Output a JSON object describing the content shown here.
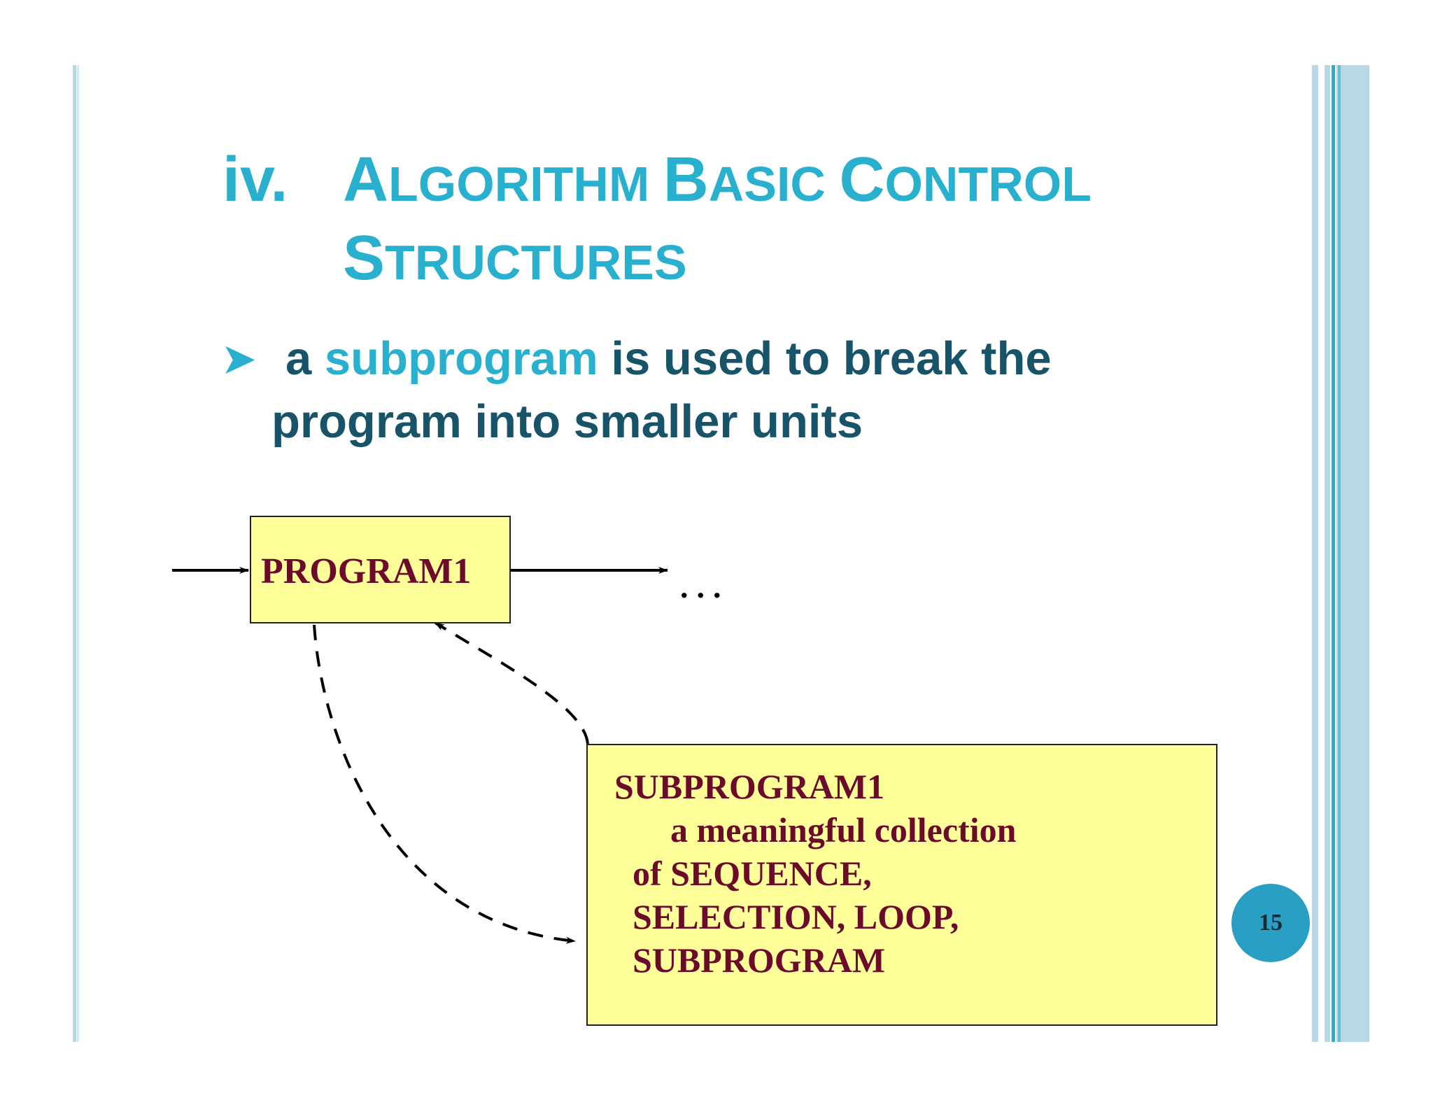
{
  "slide": {
    "number_label": "iv.",
    "title_line1_parts": [
      {
        "text": "A",
        "size": "big"
      },
      {
        "text": "LGORITHM ",
        "size": "small"
      },
      {
        "text": "B",
        "size": "big"
      },
      {
        "text": "ASIC ",
        "size": "small"
      },
      {
        "text": "C",
        "size": "big"
      },
      {
        "text": "ONTROL",
        "size": "small"
      }
    ],
    "title_line2_parts": [
      {
        "text": "S",
        "size": "big"
      },
      {
        "text": "TRUCTURES",
        "size": "small"
      }
    ],
    "bullet": {
      "prefix": "a ",
      "highlight": "subprogram",
      "rest": " is used to break the",
      "line2": "program into smaller units"
    },
    "page_number": "15"
  },
  "diagram": {
    "program_box": {
      "label": "PROGRAM1"
    },
    "continuation": "...",
    "subprogram_box": {
      "title": "SUBPROGRAM1",
      "lines": [
        "a meaningful collection",
        "of SEQUENCE,",
        "SELECTION, LOOP,",
        "SUBPROGRAM"
      ]
    }
  },
  "colors": {
    "title": "#2ab0cf",
    "body_text": "#17546a",
    "box_fill": "#ffff99",
    "box_text": "#6b0a2b",
    "badge": "#2a9fc4",
    "border_stripe": "#b9d8e6"
  }
}
